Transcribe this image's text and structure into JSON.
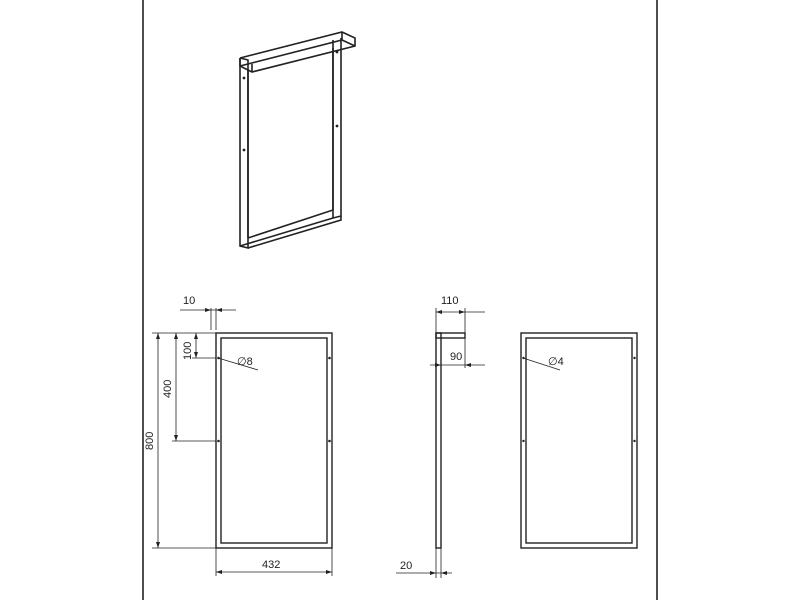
{
  "dimensions": {
    "front_top_offset": "10",
    "front_hole_from_top": "100",
    "front_hole_spacing": "400",
    "front_height": "800",
    "front_width": "432",
    "front_hole_diameter": "8",
    "side_depth": "110",
    "side_rail_depth": "90",
    "side_bottom": "20",
    "back_hole_diameter": "4"
  },
  "symbols": {
    "diameter": "∅"
  }
}
